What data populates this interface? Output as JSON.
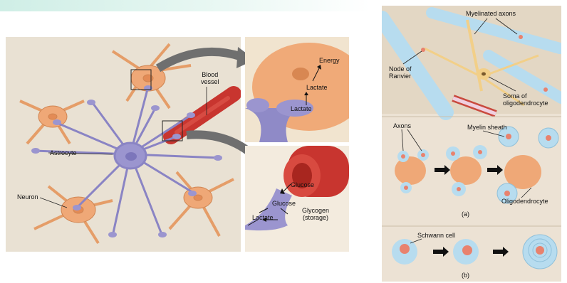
{
  "labels": {
    "blood_vessel": "Blood\nvessel",
    "astrocyte": "Astrocyte",
    "neuron": "Neuron",
    "energy": "Energy",
    "lactate_top_upper": "Lactate",
    "lactate_top_lower": "Lactate",
    "glucose_vessel": "Glucose",
    "glucose_astro": "Glucose",
    "glycogen": "Glycogen\n(storage)",
    "lactate_bottom": "Lactate",
    "myelinated_axons": "Myelinated axons",
    "node_of_ranvier": "Node of\nRanvier",
    "soma_of_oligodendrocyte": "Soma of\noligodendrocyte",
    "axons": "Axons",
    "myelin_sheath": "Myelin sheath",
    "oligodendrocyte": "Oligodendrocyte",
    "panel_a": "(a)",
    "schwann_cell": "Schwann cell",
    "panel_b": "(b)"
  },
  "colors": {
    "astrocyte": "#9b95cf",
    "neuron": "#efa877",
    "vessel": "#c8352f",
    "myelin": "#b7dcef",
    "background": "#e9e1d3"
  }
}
